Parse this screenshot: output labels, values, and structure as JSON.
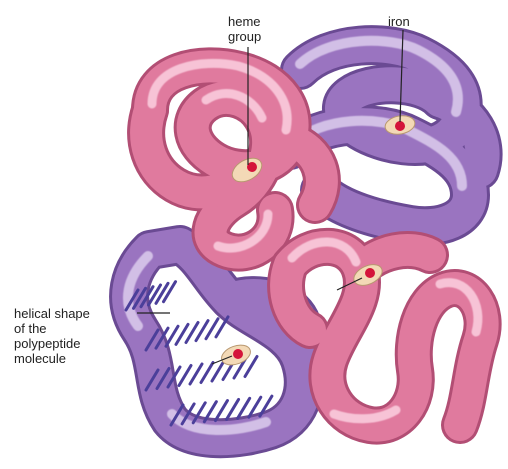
{
  "labels": {
    "heme_group": [
      "heme",
      "group"
    ],
    "iron": "iron",
    "helical_shape": [
      "helical shape",
      "of the",
      "polypeptide",
      "molecule"
    ]
  },
  "colors": {
    "alpha_chain_pink": "#e07a9e",
    "pink_highlight": "#f7c3d6",
    "pink_shadow": "#b24e74",
    "beta_chain_purple": "#9a74c0",
    "purple_highlight": "#d2bfe6",
    "purple_shadow": "#6a4a93",
    "helix_stripe": "#4b3f9a",
    "heme_disc": "#f3d9b6",
    "iron_red": "#d4143a",
    "leader_line": "#222222"
  }
}
